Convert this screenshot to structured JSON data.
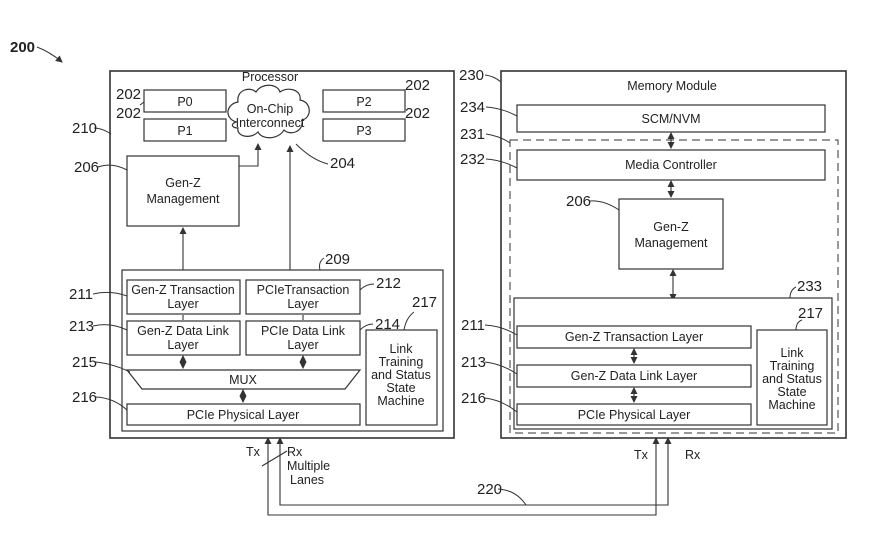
{
  "figure_ref": "200",
  "processor": {
    "title": "Processor",
    "ref_outer": "210",
    "cores": [
      {
        "label": "P0",
        "ref": "202"
      },
      {
        "label": "P1",
        "ref": "202"
      },
      {
        "label": "P2",
        "ref": "202"
      },
      {
        "label": "P3",
        "ref": "202"
      }
    ],
    "interconnect": {
      "line1": "On-Chip",
      "line2": "Interconnect",
      "ref": "204"
    },
    "management": {
      "line1": "Gen-Z",
      "line2": "Management",
      "ref": "206"
    },
    "interface_ref": "209",
    "genz_transaction": {
      "line1": "Gen-Z  Transaction",
      "line2": "Layer",
      "ref": "211"
    },
    "pcie_transaction": {
      "line1": "PCIeTransaction",
      "line2": "Layer",
      "ref": "212"
    },
    "genz_datalink": {
      "line1": "Gen-Z  Data Link",
      "line2": "Layer",
      "ref": "213"
    },
    "pcie_datalink": {
      "line1": "PCIe Data Link",
      "line2": "Layer",
      "ref": "214"
    },
    "mux": {
      "label": "MUX",
      "ref": "215"
    },
    "physical": {
      "label": "PCIe Physical Layer",
      "ref": "216"
    },
    "ltssm": {
      "lines": [
        "Link",
        "Training",
        "and Status",
        "State",
        "Machine"
      ],
      "ref": "217"
    }
  },
  "memory": {
    "title": "Memory Module",
    "ref_outer": "230",
    "scm": {
      "label": "SCM/NVM",
      "ref": "234"
    },
    "dashed_ref": "231",
    "media_controller": {
      "label": "Media Controller",
      "ref": "232"
    },
    "management": {
      "line1": "Gen-Z",
      "line2": "Management",
      "ref": "206"
    },
    "interface_ref": "233",
    "genz_transaction": {
      "label": "Gen-Z Transaction Layer",
      "ref": "211"
    },
    "genz_datalink": {
      "label": "Gen-Z Data Link Layer",
      "ref": "213"
    },
    "physical": {
      "label": "PCIe Physical Layer",
      "ref": "216"
    },
    "ltssm": {
      "lines": [
        "Link",
        "Training",
        "and Status",
        "State",
        "Machine"
      ],
      "ref": "217"
    }
  },
  "link": {
    "tx_left": "Tx",
    "rx_left": "Rx",
    "lanes_line1": "Multiple",
    "lanes_line2": "Lanes",
    "tx_right": "Tx",
    "rx_right": "Rx",
    "ref": "220"
  }
}
